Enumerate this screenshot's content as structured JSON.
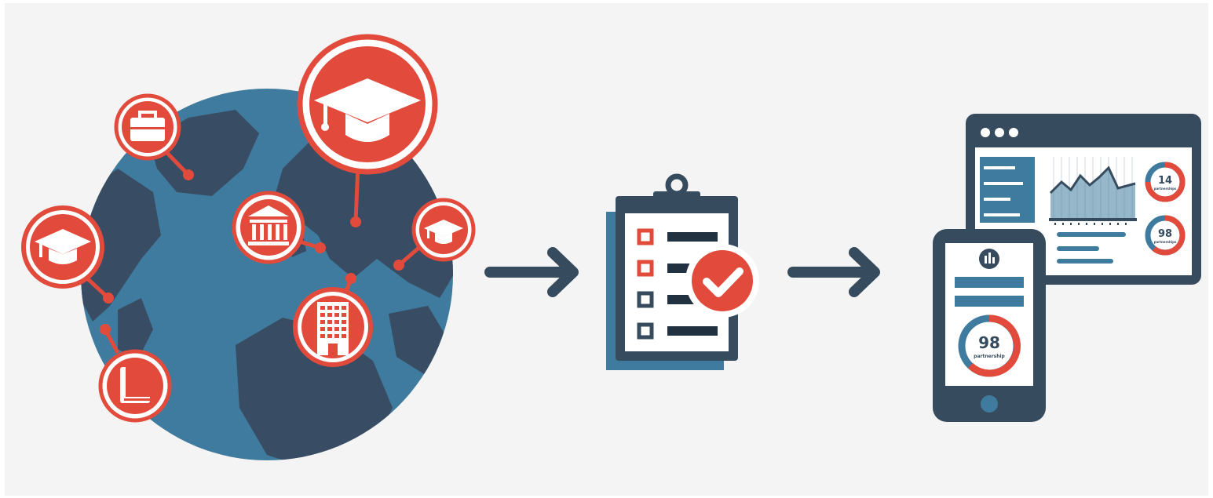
{
  "colors": {
    "background": "#f4f4f4",
    "ocean": "#3f7b9e",
    "land": "#384c63",
    "accent_red": "#e24b3b",
    "navy": "#374b5e",
    "white": "#ffffff"
  },
  "globe": {
    "pins": [
      {
        "name": "graduation-cap-icon"
      },
      {
        "name": "briefcase-icon"
      },
      {
        "name": "institution-icon"
      },
      {
        "name": "graduation-cap-icon"
      },
      {
        "name": "graduation-cap-icon"
      },
      {
        "name": "office-building-icon"
      },
      {
        "name": "book-icon"
      }
    ]
  },
  "checklist": {
    "items": [
      {
        "checked": true
      },
      {
        "checked": true
      },
      {
        "checked": false
      },
      {
        "checked": false
      }
    ],
    "badge_icon": "checkmark-icon"
  },
  "dashboard": {
    "stat_top_value": "14",
    "stat_top_caption": "partnerships",
    "stat_bottom_value": "98",
    "stat_bottom_caption": "partnerships"
  },
  "phone": {
    "stat_value": "98",
    "stat_caption": "partnership"
  }
}
